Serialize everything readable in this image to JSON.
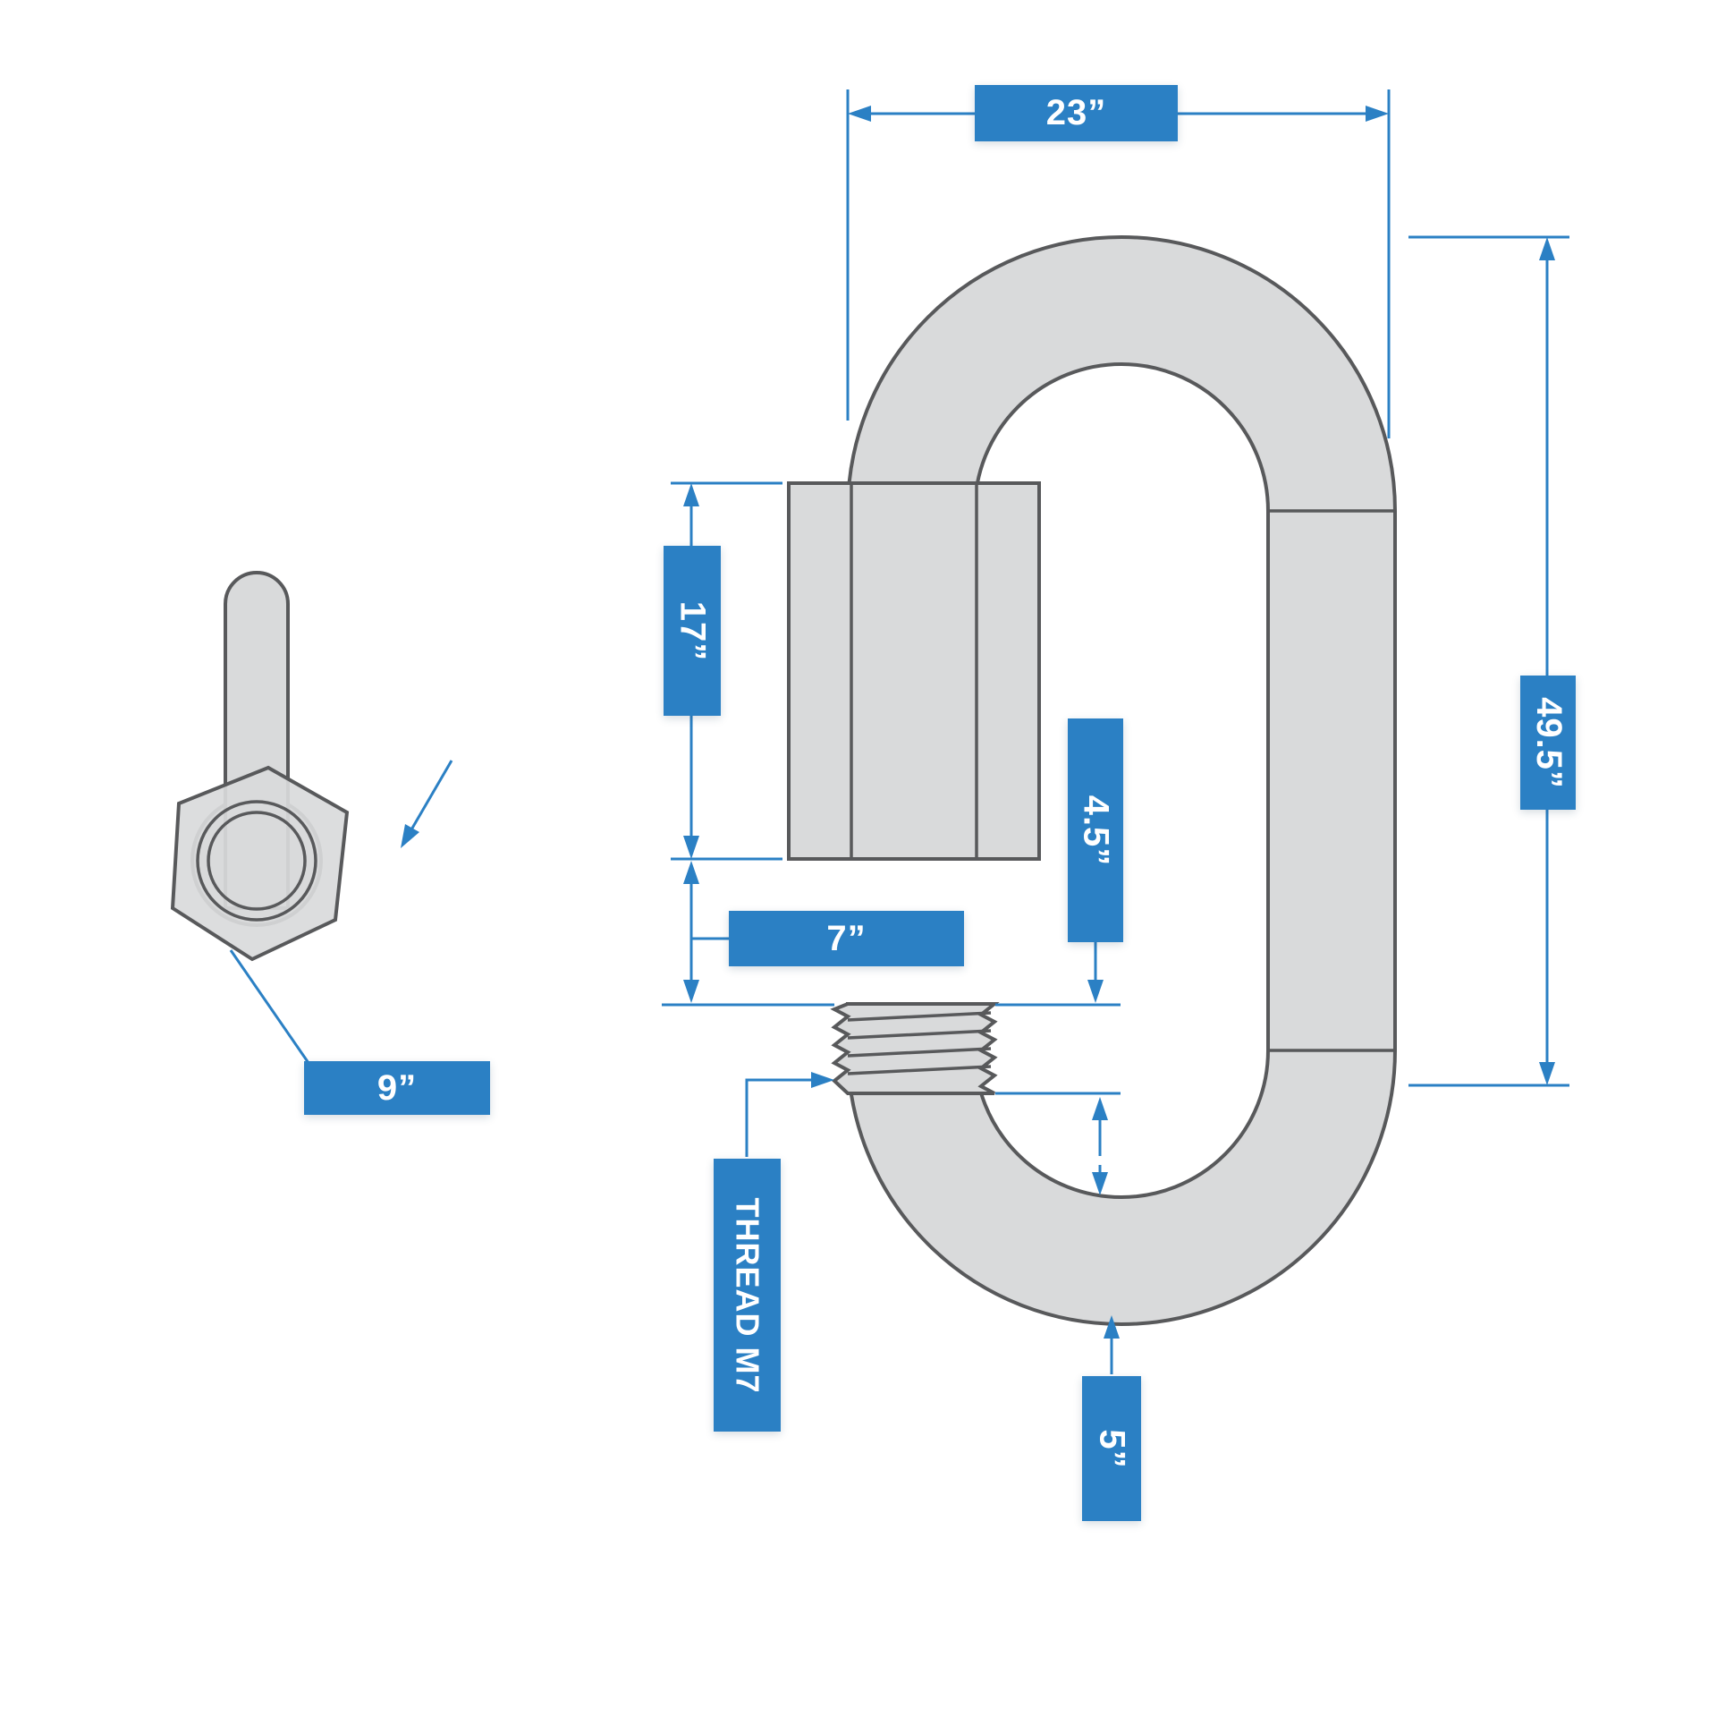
{
  "diagram": {
    "subject": "quick-link-connector-dimensions",
    "dimensions": {
      "overall_width": "23”",
      "overall_length": "49.5”",
      "sleeve_length": "17”",
      "thread_length": "4.5”",
      "opening_gap": "7”",
      "pin_length": "9”",
      "material_diameter": "5”",
      "thread_spec": "THREAD M7"
    },
    "colors": {
      "accent": "#2b80c4",
      "part_fill": "#d9dadb",
      "part_stroke": "#58595b",
      "badge_text": "#ffffff",
      "background": "#ffffff"
    }
  }
}
